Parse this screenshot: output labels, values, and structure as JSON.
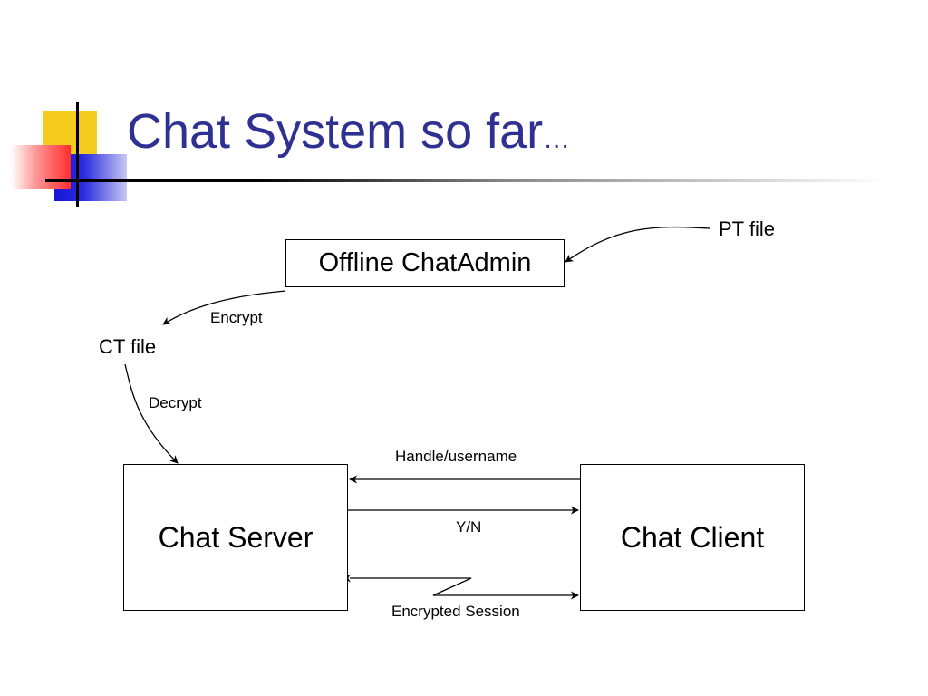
{
  "slide": {
    "title": "Chat System so far",
    "title_ellipsis": "…",
    "title_color": "#2e3192"
  },
  "diagram": {
    "boxes": {
      "offline_admin": "Offline ChatAdmin",
      "chat_server": "Chat Server",
      "chat_client": "Chat Client"
    },
    "labels": {
      "pt_file": "PT file",
      "ct_file": "CT file",
      "encrypt": "Encrypt",
      "decrypt": "Decrypt",
      "handle_username": "Handle/username",
      "yn": "Y/N",
      "encrypted_session": "Encrypted Session"
    }
  }
}
